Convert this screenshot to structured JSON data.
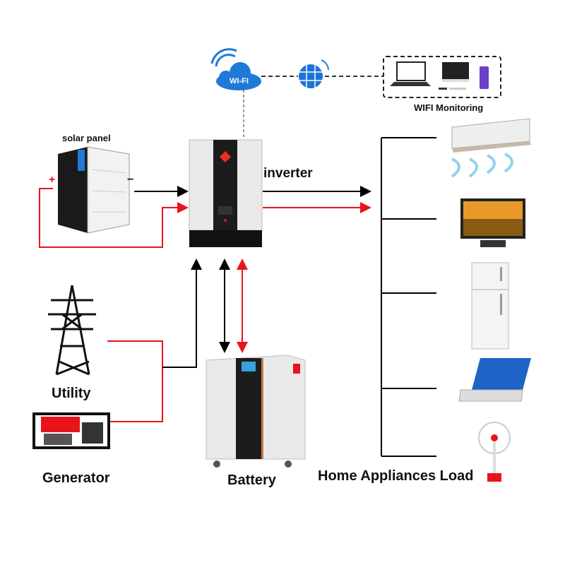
{
  "labels": {
    "solar_panel": "solar panel",
    "plus": "+",
    "minus": "−",
    "inverter": "inverter",
    "wifi_cloud": "WI-FI",
    "wifi_monitoring": "WIFI Monitoring",
    "utility": "Utility",
    "generator": "Generator",
    "battery": "Battery",
    "home_load": "Home Appliances Load"
  },
  "colors": {
    "dc_line": "#e8141c",
    "ac_line": "#000000",
    "wifi_blue": "#1e7ad8"
  },
  "appliances": [
    "air-conditioner",
    "tv",
    "refrigerator",
    "laptop",
    "fan"
  ]
}
